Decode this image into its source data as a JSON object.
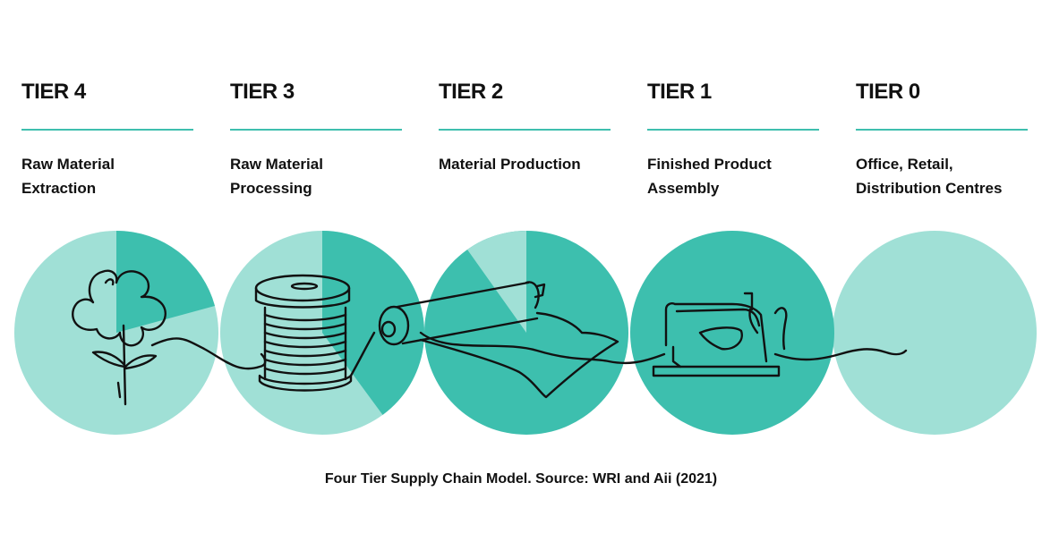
{
  "tiers": [
    {
      "title": "TIER 4",
      "description_lines": [
        "Raw Material",
        "Extraction"
      ]
    },
    {
      "title": "TIER 3",
      "description_lines": [
        "Raw Material",
        "Processing"
      ]
    },
    {
      "title": "TIER 2",
      "description_lines": [
        "Material Production",
        ""
      ]
    },
    {
      "title": "TIER 1",
      "description_lines": [
        "Finished Product",
        "Assembly"
      ]
    },
    {
      "title": "TIER 0",
      "description_lines": [
        "Office, Retail,",
        "Distribution Centres"
      ]
    }
  ],
  "illustrations": [
    "cotton-plant-icon",
    "thread-spool-icon",
    "fabric-roll-icon",
    "sewing-machine-icon"
  ],
  "colors": {
    "light_teal": "#a0e0d6",
    "dark_teal": "#3dbfae",
    "rule": "#3fbfae",
    "line": "#111111"
  },
  "caption": "Four Tier Supply Chain Model. Source: WRI and Aii (2021)"
}
